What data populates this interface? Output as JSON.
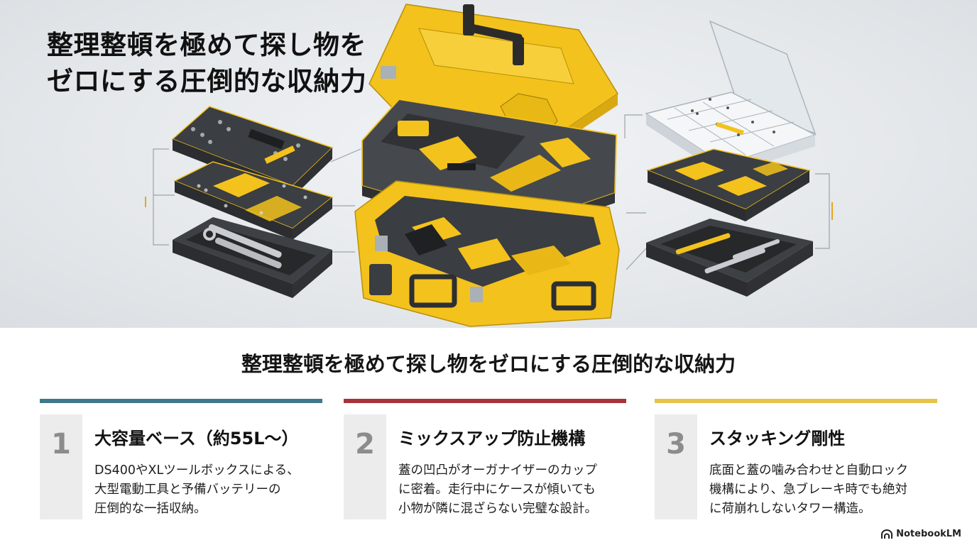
{
  "hero": {
    "title_lines": [
      "整理整頓を極めて探し物を",
      "ゼロにする圧倒的な収納力"
    ],
    "illustration": "exploded-view-of-yellow-and-black-stacking-toolbox-system-with-organizer-trays",
    "colors": {
      "yellow": "#f3c21c",
      "dark": "#3a3d40",
      "background": "#e6e9ec"
    }
  },
  "headline": "整理整頓を極めて探し物をゼロにする圧倒的な収納力",
  "cards": [
    {
      "number": "1",
      "title": "大容量ベース（約55L〜）",
      "body": [
        "DS400やXLツールボックスによる、",
        "大型電動工具と予備バッテリーの",
        "圧倒的な一括収納。"
      ],
      "accent": "#3f7a8a"
    },
    {
      "number": "2",
      "title": "ミックスアップ防止機構",
      "body": [
        "蓋の凹凸がオーガナイザーのカップ",
        "に密着。走行中にケースが傾いても",
        "小物が隣に混ざらない完璧な設計。"
      ],
      "accent": "#a8323a"
    },
    {
      "number": "3",
      "title": "スタッキング剛性",
      "body": [
        "底面と蓋の噛み合わせと自動ロック",
        "機構により、急ブレーキ時でも絶対",
        "に荷崩れしないタワー構造。"
      ],
      "accent": "#e7c24a"
    }
  ],
  "brand": {
    "label": "NotebookLM",
    "icon": "notebooklm-logo-icon"
  }
}
